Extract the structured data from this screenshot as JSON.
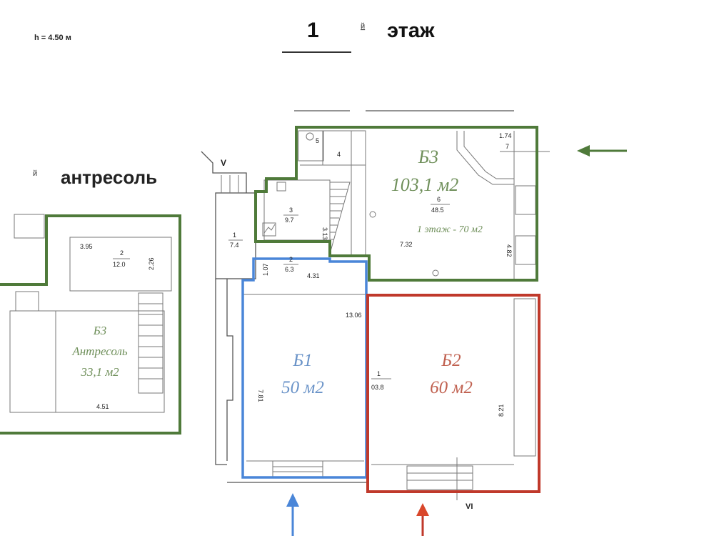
{
  "header": {
    "height_note": "h = 4.50 м",
    "floor_number": "1",
    "floor_suffix": "й",
    "floor_word": "этаж"
  },
  "mezzanine": {
    "heading_suffix": "й",
    "heading": "антресоль",
    "unit_code": "Б3",
    "unit_name": "Антресоль",
    "unit_area": "33,1 м2",
    "room_number": "2",
    "room_area": "12.0",
    "dims": [
      "3.95",
      "2.26",
      "4.51"
    ]
  },
  "units": {
    "b1": {
      "code": "Б1",
      "area": "50 м2",
      "color": "#4a86d8"
    },
    "b2": {
      "code": "Б2",
      "area": "60 м2",
      "color": "#c0392b"
    },
    "b3": {
      "code": "Б3",
      "area": "103,1 м2",
      "note": "1 этаж - 70 м2",
      "color": "#4f7a3a"
    }
  },
  "rooms": [
    {
      "number": "1",
      "area": "7.4"
    },
    {
      "number": "2",
      "area": "6.3"
    },
    {
      "number": "3",
      "area": "9.7"
    },
    {
      "number": "4",
      "area": ""
    },
    {
      "number": "5",
      "area": ""
    },
    {
      "number": "6",
      "area": "48.5"
    },
    {
      "number": "7",
      "area": "1.74"
    },
    {
      "number": "1",
      "area": "03.8"
    }
  ],
  "dims": [
    "3.13",
    "1.07",
    "4.31",
    "7.32",
    "4.82",
    "13.06",
    "7.81",
    "8.21"
  ],
  "axis_labels": [
    "V",
    "VI"
  ],
  "arrows": {
    "green": "#4f7a3a",
    "blue": "#4a86d8",
    "red": "#c0392b"
  }
}
